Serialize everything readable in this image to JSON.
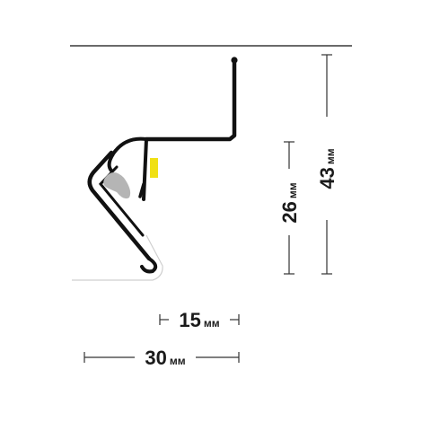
{
  "dimensions": {
    "width_outer": {
      "value": "30",
      "unit": "мм"
    },
    "width_inner": {
      "value": "15",
      "unit": "мм"
    },
    "height_outer": {
      "value": "43",
      "unit": "мм"
    },
    "height_inner": {
      "value": "26",
      "unit": "мм"
    }
  },
  "colors": {
    "profile": "#111111",
    "led_strip": "#f0e014",
    "diffuser": "#b5b5b5",
    "dimension_line": "#333333"
  }
}
